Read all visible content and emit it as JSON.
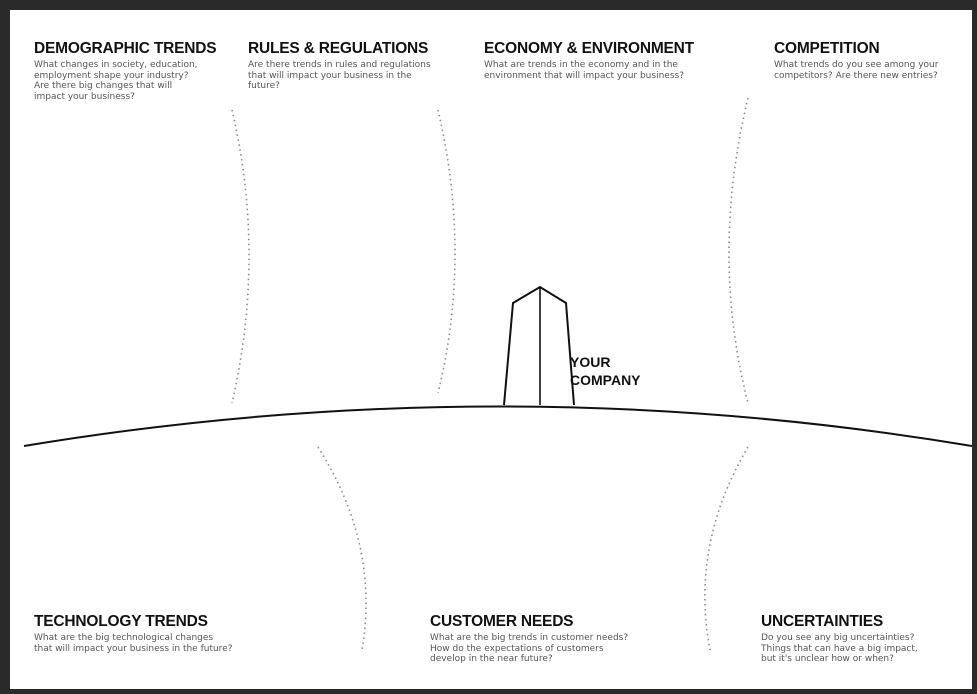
{
  "sections": {
    "demographic": {
      "title": "DEMOGRAPHIC TRENDS",
      "desc": "What changes in society, education,\nemployment shape your industry?\nAre there big changes that will\nimpact your business?"
    },
    "rules": {
      "title": "RULES & REGULATIONS",
      "desc": "Are there trends in rules and regulations\nthat will impact your business in the\nfuture?"
    },
    "economy": {
      "title": "ECONOMY & ENVIRONMENT",
      "desc": "What are trends in the economy and in the\nenvironment that will impact your business?"
    },
    "competition": {
      "title": "COMPETITION",
      "desc": "What trends do you see among your\ncompetitors? Are there new entries?"
    },
    "technology": {
      "title": "TECHNOLOGY TRENDS",
      "desc": "What are the big technological changes\nthat will impact your business in the future?"
    },
    "customer": {
      "title": "CUSTOMER NEEDS",
      "desc": "What are the big trends in customer needs?\nHow do the expectations of customers\ndevelop in the near future?"
    },
    "uncertainties": {
      "title": "UNCERTAINTIES",
      "desc": "Do you see any big uncertainties?\nThings that can have a big impact,\nbut it's unclear how or when?"
    }
  },
  "company": {
    "label": "YOUR\nCOMPANY"
  },
  "colors": {
    "frame": "#2a2a2a",
    "sheet": "#ffffff",
    "ink": "#111111",
    "dotted": "#8a8a8a"
  }
}
